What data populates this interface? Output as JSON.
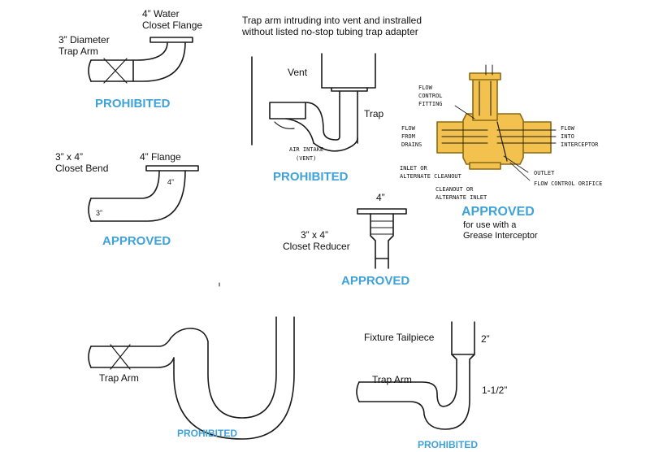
{
  "colors": {
    "line": "#1a1a1a",
    "status": "#3fa2d8",
    "brass": "#f2c14e",
    "brass_dark": "#8a6a14"
  },
  "diagrams": {
    "closet_flange": {
      "label_flange_line1": "4”  Water",
      "label_flange_line2": "Closet Flange",
      "label_trap_line1": "3” Diameter",
      "label_trap_line2": "Trap Arm",
      "status": "PROHIBITED"
    },
    "closet_bend": {
      "label_bend_line1": "3” x 4”",
      "label_bend_line2": "Closet Bend",
      "label_flange": "4” Flange",
      "dim_4": "4”",
      "dim_3": "3”",
      "status": "APPROVED"
    },
    "vent_trap": {
      "caption_line1": "Trap arm intruding into vent and instralled",
      "caption_line2": "without listed no-stop tubing trap adapter",
      "label_vent": "Vent",
      "label_trap": "Trap",
      "label_air1": "AIR INTAKE",
      "label_air2": "(VENT)",
      "status": "PROHIBITED"
    },
    "closet_reducer": {
      "dim_4": "4”",
      "label_line1": "3” x 4”",
      "label_line2": "Closet Reducer",
      "status": "APPROVED"
    },
    "flow_control": {
      "flow_control_fitting": [
        "FLOW",
        "CONTROL",
        "FITTING"
      ],
      "flow_from_drains": [
        "FLOW",
        "FROM",
        "DRAINS"
      ],
      "flow_into_interceptor": [
        "FLOW",
        "INTO",
        "INTERCEPTOR"
      ],
      "inlet_cleanout": [
        "INLET OR",
        "ALTERNATE CLEANOUT"
      ],
      "cleanout_inlet": [
        "CLEANOUT OR",
        "ALTERNATE INLET"
      ],
      "outlet": "OUTLET",
      "flow_control_orifice": "FLOW CONTROL ORIFICE",
      "status": "APPROVED",
      "note_line1": "for use with a",
      "note_line2": "Grease Interceptor"
    },
    "s_trap": {
      "label_trap_arm": "Trap Arm",
      "status": "PROHIBITED"
    },
    "tailpiece_trap": {
      "label_tailpiece": "Fixture Tailpiece",
      "dim_2": "2”",
      "label_trap_arm": "Trap Arm",
      "dim_1_5": "1-1/2”",
      "status": "PROHIBITED"
    }
  }
}
